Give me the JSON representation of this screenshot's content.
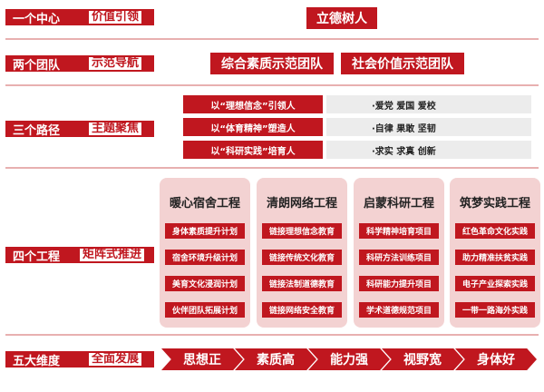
{
  "row1": {
    "label": "一个中心",
    "sub": "价值引领",
    "center": "立德树人"
  },
  "row2": {
    "label": "两个团队",
    "sub": "示范导航",
    "teams": [
      "综合素质示范团队",
      "社会价值示范团队"
    ]
  },
  "row3": {
    "label": "三个路径",
    "sub": "主题聚焦",
    "paths": [
      {
        "left": "以“理想信念”引领人",
        "right": "·爱党  爱国  爱校"
      },
      {
        "left": "以“体育精神”塑造人",
        "right": "·自律  果敢  坚韧"
      },
      {
        "left": "以“科研实践”培育人",
        "right": "·求实  求真  创新"
      }
    ]
  },
  "row4": {
    "label": "四个工程",
    "sub": "矩阵式推进",
    "projects": [
      {
        "title": "暖心宿舍工程",
        "items": [
          "身体素质提升计划",
          "宿舍环境升级计划",
          "美育文化浸润计划",
          "伙伴团队拓展计划"
        ]
      },
      {
        "title": "清朗网络工程",
        "items": [
          "链接理想信念教育",
          "链接传统文化教育",
          "链接法制道德教育",
          "链接网络安全教育"
        ]
      },
      {
        "title": "启蒙科研工程",
        "items": [
          "科学精神培育项目",
          "科研方法训练项目",
          "科研能力提升项目",
          "学术道德规范项目"
        ]
      },
      {
        "title": "筑梦实践工程",
        "items": [
          "红色革命文化实践",
          "助力精准扶贫实践",
          "电子产业探索实践",
          "一带一路海外实践"
        ]
      }
    ]
  },
  "row5": {
    "label": "五大维度",
    "sub": "全面发展",
    "dims": [
      "思想正",
      "素质高",
      "能力强",
      "视野宽",
      "身体好"
    ]
  }
}
